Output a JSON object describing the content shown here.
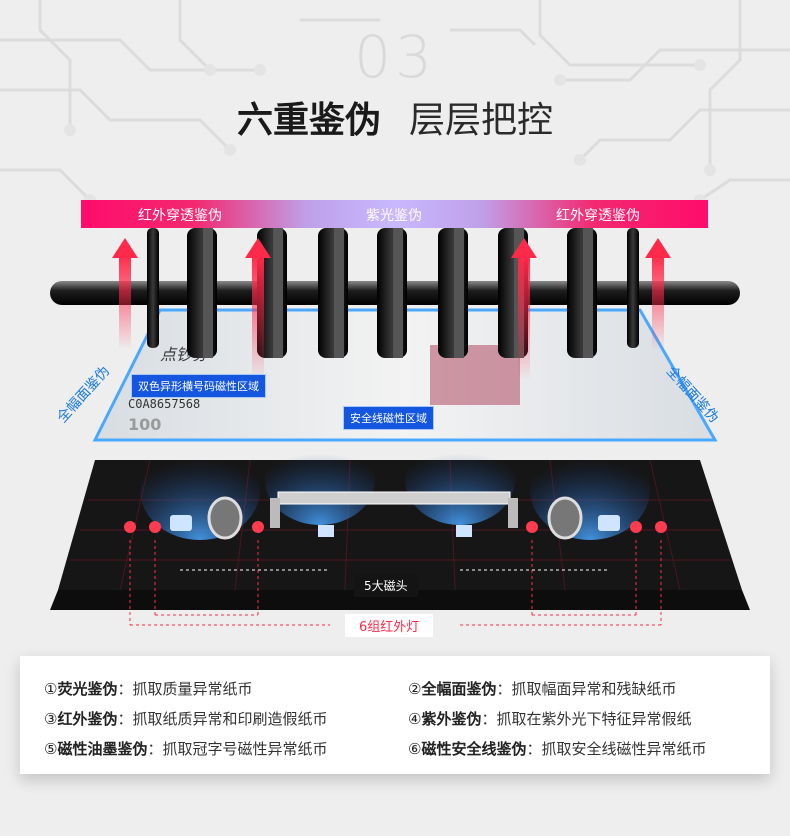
{
  "header": {
    "number": "03",
    "title_bold": "六重鉴伪",
    "title_light": "层层把控"
  },
  "detect_bar": {
    "left": "红外穿透鉴伪",
    "center": "紫光鉴伪",
    "right": "红外穿透鉴伪"
  },
  "banknote": {
    "brand": "点钞券",
    "serial": "C0A8657568",
    "value": "100"
  },
  "labels": {
    "magnetic_area": "双色异形横号码磁性区域",
    "security_thread": "安全线磁性区域",
    "full_left": "全幅面鉴伪",
    "full_right": "全幅面鉴伪",
    "heads": "5大磁头",
    "ir_lights": "6组红外灯"
  },
  "colors": {
    "accent_pink": "#ff0c6c",
    "accent_violet": "#c8b8ff",
    "label_blue": "#1556e0",
    "ir_red": "#ff2a4a"
  },
  "features": [
    {
      "num": "①",
      "name": "荧光鉴伪",
      "desc": "：抓取质量异常纸币"
    },
    {
      "num": "②",
      "name": "全幅面鉴伪",
      "desc": "：抓取幅面异常和残缺纸币"
    },
    {
      "num": "③",
      "name": "红外鉴伪",
      "desc": "：抓取纸质异常和印刷造假纸币"
    },
    {
      "num": "④",
      "name": "紫外鉴伪",
      "desc": "：抓取在紫外光下特征异常假纸"
    },
    {
      "num": "⑤",
      "name": "磁性油墨鉴伪",
      "desc": "：抓取冠字号磁性异常纸币"
    },
    {
      "num": "⑥",
      "name": "磁性安全线鉴伪",
      "desc": "：抓取安全线磁性异常纸币"
    }
  ]
}
